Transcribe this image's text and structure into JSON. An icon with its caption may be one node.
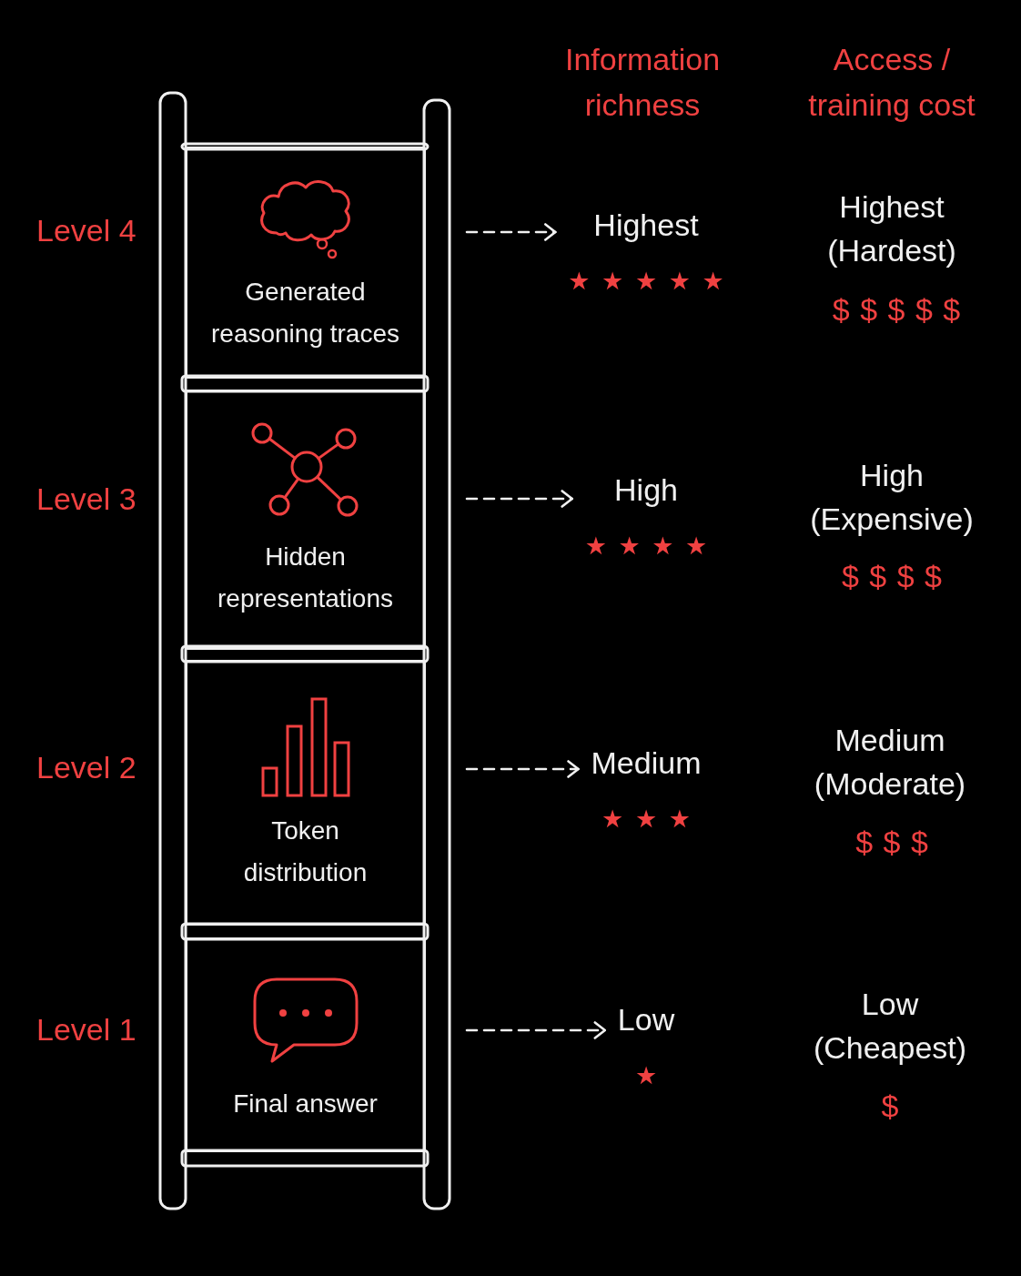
{
  "diagram": {
    "nodes": [
      {
        "text": [
          "Generated reasoning traces"
        ]
      },
      {
        "text": [
          "Highest",
          "★ ★ ★ ★ ★"
        ]
      },
      {
        "text": [
          "Hidden representations"
        ]
      },
      {
        "text": [
          "High",
          "★ ★ ★ ★"
        ]
      },
      {
        "text": [
          "Token distribution"
        ]
      },
      {
        "text": [
          "Medium",
          "★ ★ ★"
        ]
      },
      {
        "text": [
          "Final answer"
        ]
      },
      {
        "text": [
          "Low",
          "★"
        ]
      }
    ],
    "edges": [
      {
        "from": null,
        "to": 1,
        "arrow": "to",
        "style": "dashed"
      },
      {
        "from": null,
        "to": 3,
        "arrow": "to",
        "style": "dashed"
      },
      {
        "from": null,
        "to": 5,
        "arrow": "to",
        "style": "dashed"
      },
      {
        "from": null,
        "to": 7,
        "arrow": "to",
        "style": "dashed"
      }
    ],
    "labels": [
      "Information richness",
      "Access / training cost",
      "Level 4",
      "Highest (Hardest)",
      "$ $ $ $ $",
      "Level 3",
      "High (Expensive)",
      "$ $ $ $",
      "Level 2",
      "Medium (Moderate)",
      "$ $ $",
      "Level 1",
      "Low (Cheapest)",
      "$"
    ]
  }
}
